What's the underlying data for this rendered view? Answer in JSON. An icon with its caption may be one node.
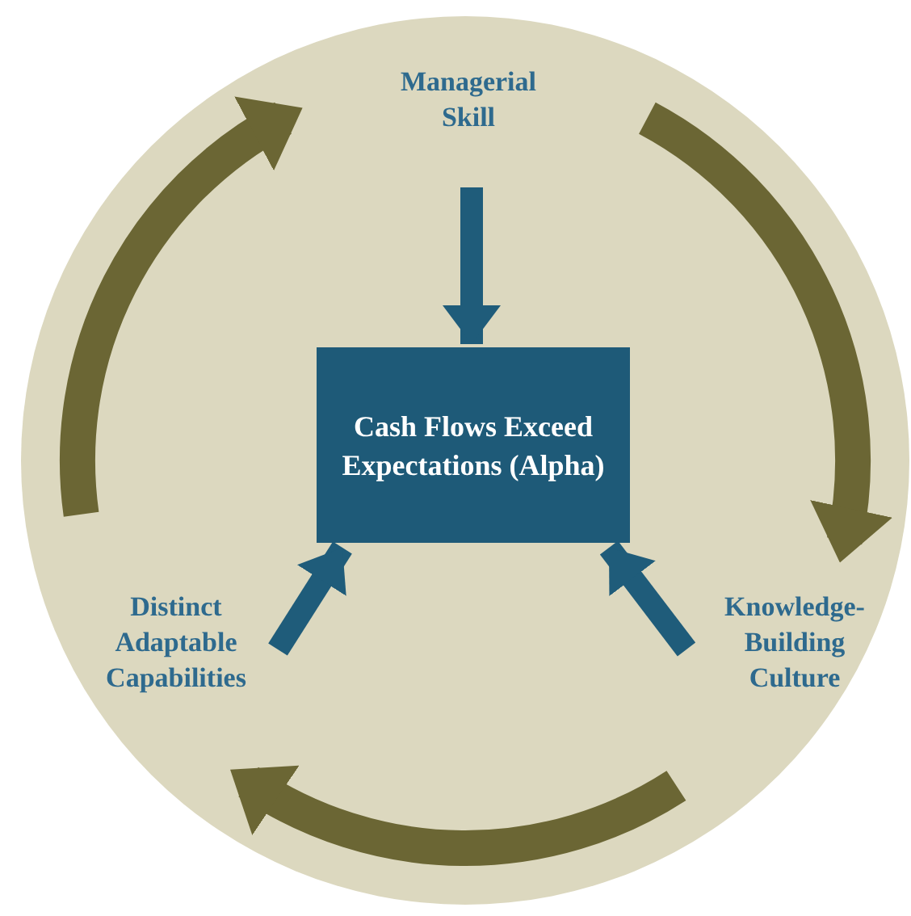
{
  "diagram": {
    "nodes": [
      {
        "text": [],
        "shape": "circle"
      },
      {
        "text": [
          "Managerial Skill"
        ],
        "in": 0
      },
      {
        "text": [
          "Cash Flows Exceed Expectations (Alpha)"
        ],
        "in": 0
      },
      {
        "text": [
          "Knowledge-Building Culture"
        ],
        "in": 0
      },
      {
        "text": [
          "Distinct Adaptable Capabilities"
        ],
        "in": 0
      }
    ],
    "edges": [
      {
        "from": 1,
        "to": 2,
        "arrow": "to",
        "color": "#1f5c7a"
      },
      {
        "from": 3,
        "to": 2,
        "arrow": "to",
        "color": "#1f5c7a"
      },
      {
        "from": 4,
        "to": 2,
        "arrow": "to",
        "color": "#1f5c7a"
      },
      {
        "from": 1,
        "to": 3,
        "arrow": "to",
        "color": "#6b6634"
      },
      {
        "from": 3,
        "to": 4,
        "arrow": "to",
        "color": "#6b6634"
      },
      {
        "from": 4,
        "to": 1,
        "arrow": "to",
        "color": "#6b6634"
      }
    ]
  }
}
